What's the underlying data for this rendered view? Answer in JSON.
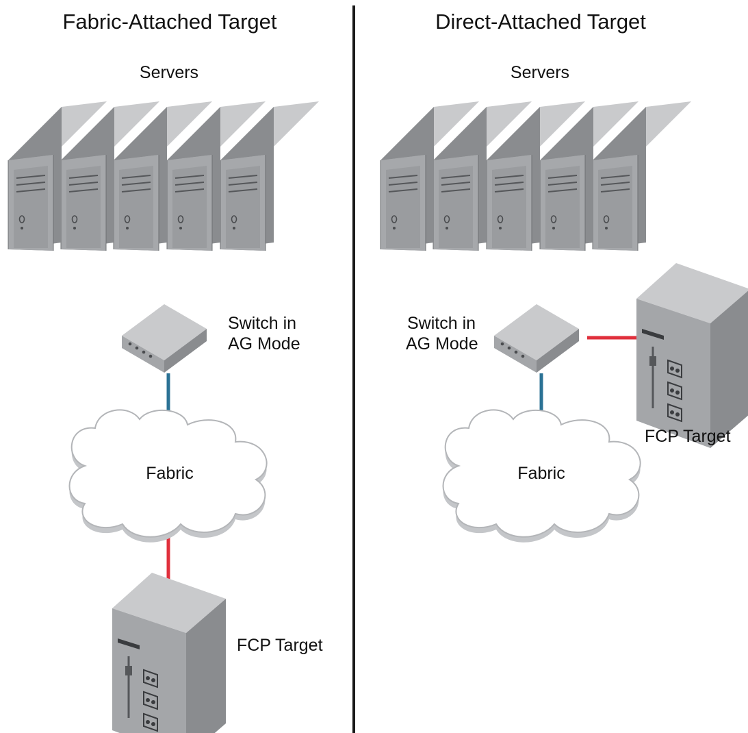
{
  "left_panel": {
    "title": "Fabric-Attached Target",
    "servers_label": "Servers",
    "switch_label_line1": "Switch in",
    "switch_label_line2": "AG Mode",
    "fabric_label": "Fabric",
    "target_label": "FCP Target"
  },
  "right_panel": {
    "title": "Direct-Attached Target",
    "servers_label": "Servers",
    "switch_label_line1": "Switch in",
    "switch_label_line2": "AG Mode",
    "fabric_label": "Fabric",
    "target_label": "FCP Target"
  },
  "colors": {
    "switch_to_fabric_link": "#2b7295",
    "target_link": "#e0303c",
    "divider": "#1a1a1a",
    "device_top": "#c9cacc",
    "device_front": "#a4a6a9",
    "device_side": "#8a8c8f",
    "cloud_fill": "#ffffff",
    "cloud_edge": "#b9bbbe"
  },
  "icons": [
    "server-icon",
    "switch-icon",
    "fabric-cloud-icon",
    "storage-target-icon"
  ]
}
